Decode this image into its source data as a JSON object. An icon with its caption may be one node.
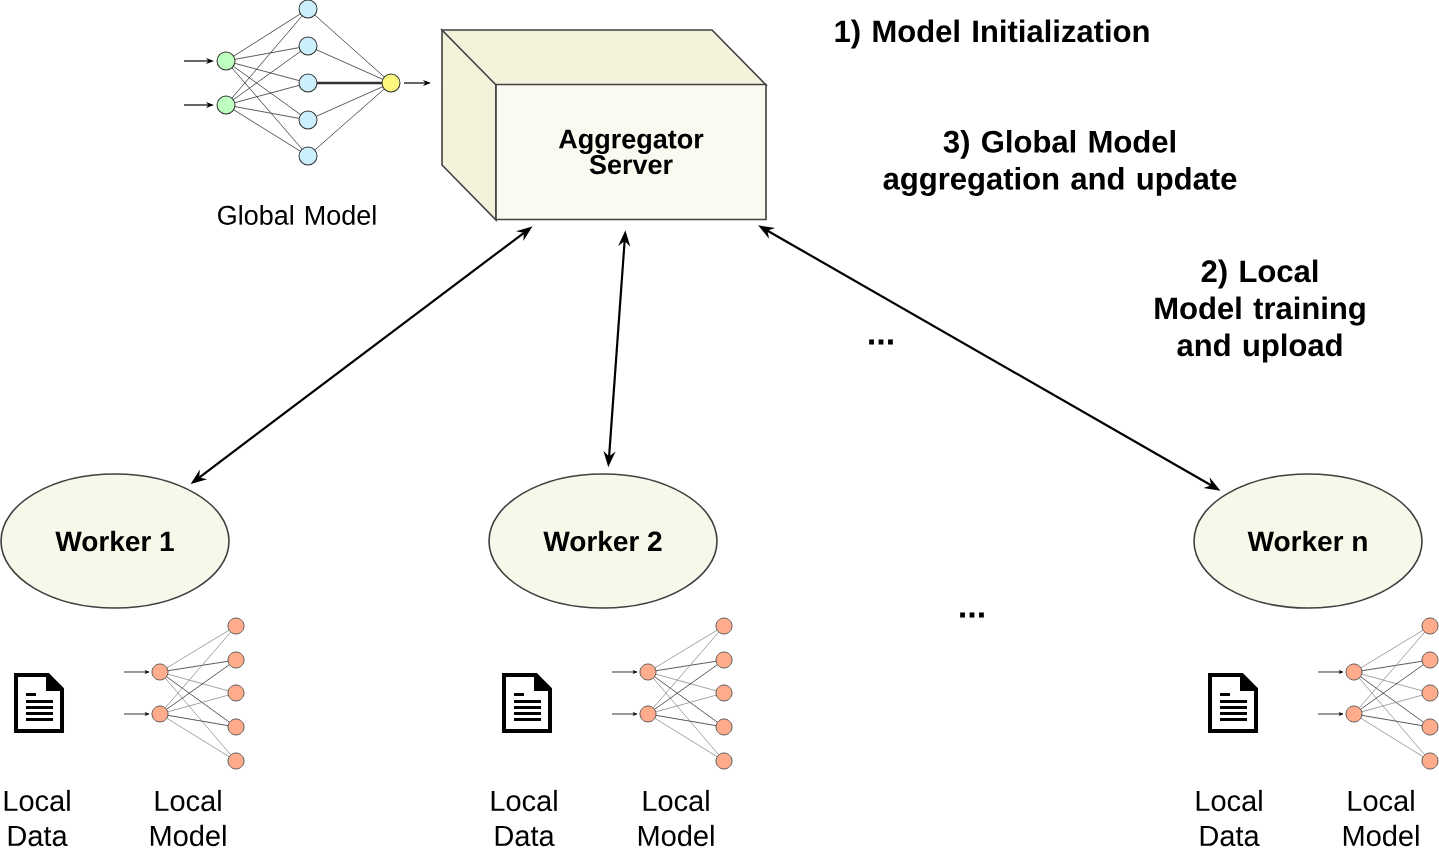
{
  "diagram": {
    "nodes": [
      {
        "text": [
          "Aggregator Server"
        ]
      },
      {
        "text": [
          "Worker 1"
        ]
      },
      {
        "text": [
          "Worker 2"
        ]
      },
      {
        "text": [
          "Worker n"
        ]
      }
    ],
    "edges": [
      {
        "from": 0,
        "to": 1,
        "arrow": "both"
      },
      {
        "from": 0,
        "to": 2,
        "arrow": "both"
      },
      {
        "from": 0,
        "to": 3,
        "arrow": "both"
      }
    ],
    "labels": [
      "1) Model Initialization",
      "3) Global Model aggregation and update",
      "Global Model",
      "2) Local Model training and upload",
      "...",
      "...",
      "Local Data",
      "Local Model",
      "Local Data",
      "Local Model",
      "Local Data",
      "Local Model"
    ]
  }
}
